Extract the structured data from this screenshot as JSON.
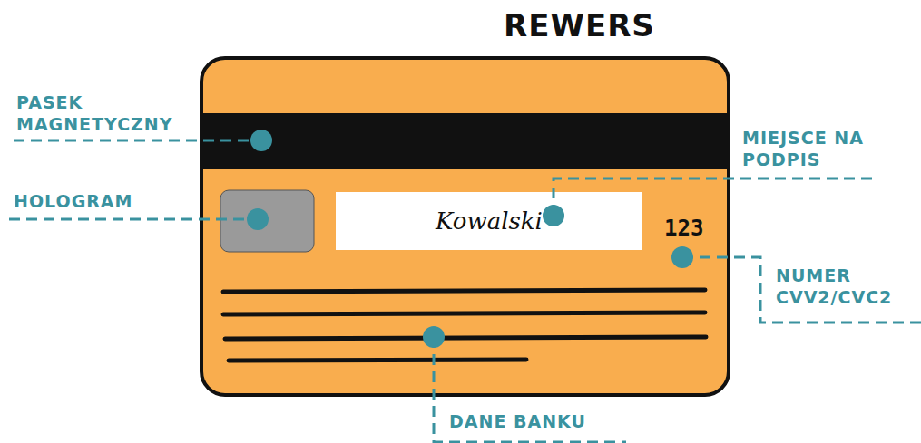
{
  "diagram": {
    "title": "REWERS",
    "nodes": [
      {
        "text": [
          "123"
        ]
      },
      {
        "text": [
          "Kowalski"
        ],
        "in": 0
      }
    ],
    "labels": [
      "PASEK MAGNETYCZNY",
      "HOLOGRAM",
      "MIEJSCE NA PODPIS",
      "NUMER CVV2/CVC2",
      "DANE BANKU"
    ]
  }
}
